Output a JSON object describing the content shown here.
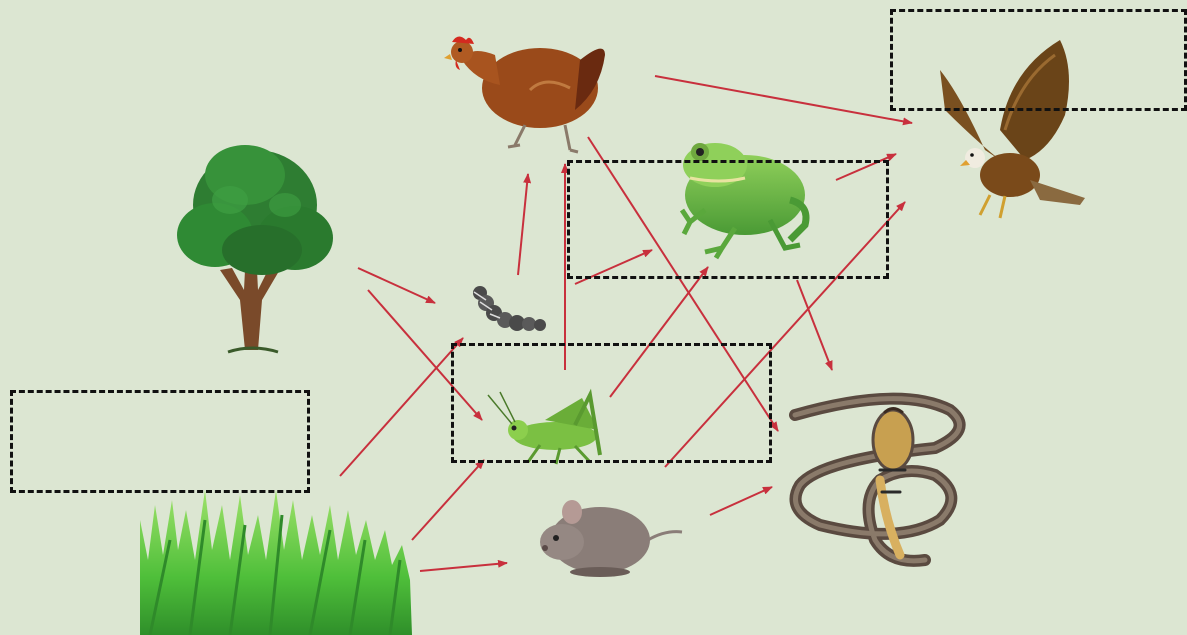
{
  "diagram": {
    "background": "#dce6d2",
    "arrow_color": "#c8303d",
    "organisms": [
      {
        "id": "tree",
        "icon": "tree-icon"
      },
      {
        "id": "grass",
        "icon": "grass-icon"
      },
      {
        "id": "caterpillar",
        "icon": "caterpillar-icon"
      },
      {
        "id": "grasshopper",
        "icon": "grasshopper-icon"
      },
      {
        "id": "mouse",
        "icon": "mouse-icon"
      },
      {
        "id": "chicken",
        "icon": "chicken-icon"
      },
      {
        "id": "frog",
        "icon": "frog-icon"
      },
      {
        "id": "snake",
        "icon": "snake-icon"
      },
      {
        "id": "eagle",
        "icon": "eagle-icon"
      }
    ],
    "food_links": [
      {
        "from": "tree",
        "to": "caterpillar"
      },
      {
        "from": "tree",
        "to": "grasshopper"
      },
      {
        "from": "grass",
        "to": "caterpillar"
      },
      {
        "from": "grass",
        "to": "grasshopper"
      },
      {
        "from": "grass",
        "to": "mouse"
      },
      {
        "from": "caterpillar",
        "to": "chicken"
      },
      {
        "from": "caterpillar",
        "to": "frog"
      },
      {
        "from": "grasshopper",
        "to": "chicken"
      },
      {
        "from": "grasshopper",
        "to": "frog"
      },
      {
        "from": "grasshopper",
        "to": "eagle"
      },
      {
        "from": "chicken",
        "to": "eagle"
      },
      {
        "from": "chicken",
        "to": "snake"
      },
      {
        "from": "frog",
        "to": "eagle"
      },
      {
        "from": "frog",
        "to": "snake"
      },
      {
        "from": "mouse",
        "to": "snake"
      }
    ],
    "answer_boxes": [
      {
        "id": "producer",
        "value": ""
      },
      {
        "id": "grasshopper",
        "value": ""
      },
      {
        "id": "frog",
        "value": ""
      },
      {
        "id": "eagle",
        "value": ""
      }
    ]
  }
}
